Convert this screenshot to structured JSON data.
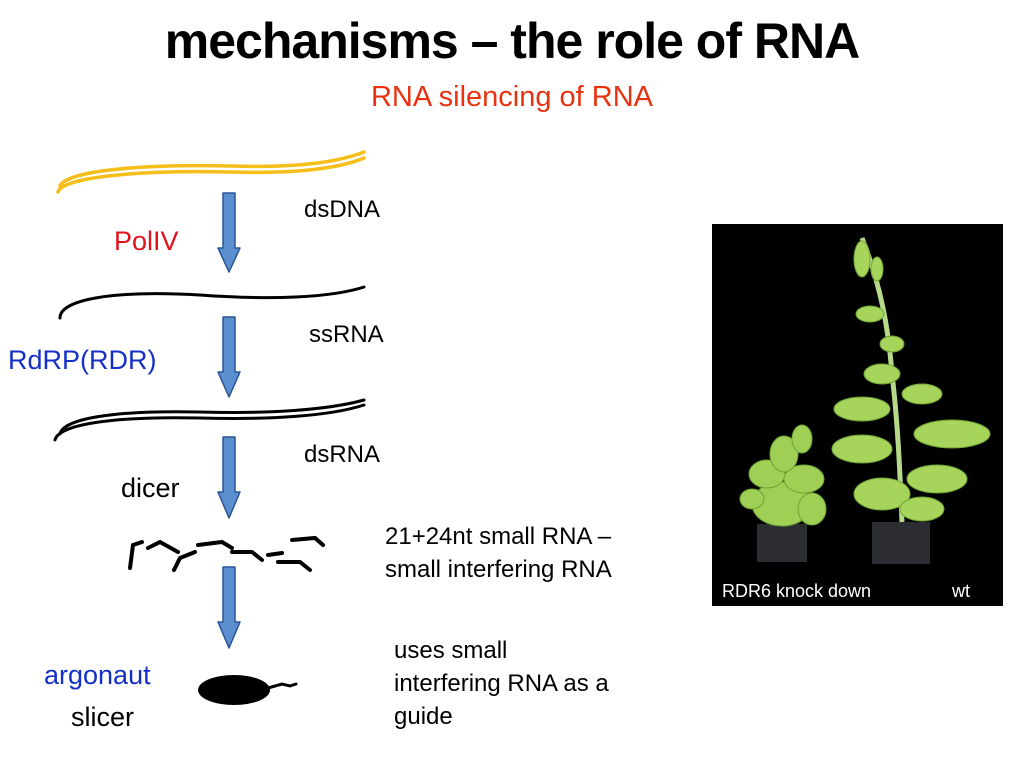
{
  "slide": {
    "title": "mechanisms – the role of RNA",
    "subtitle": "RNA silencing of RNA"
  },
  "pathway": {
    "enzymes": [
      "PolIV",
      "RdRP(RDR)",
      "dicer"
    ],
    "effector": {
      "name": "argonaut",
      "function": "slicer"
    },
    "molecules": [
      "dsDNA",
      "ssRNA",
      "dsRNA"
    ],
    "small_rna": {
      "line1": "21+24nt small RNA –",
      "line2": "small interfering RNA"
    },
    "guide_text": {
      "line1": "uses small",
      "line2": "interfering RNA as a",
      "line3": "guide"
    }
  },
  "photo": {
    "caption_left": "RDR6 knock down",
    "caption_right": "wt"
  },
  "colors": {
    "subtitle": "#e8320f",
    "enzyme_red": "#e0121c",
    "enzyme_blue": "#1530c8",
    "arrow_fill": "#5b8fd0",
    "arrow_stroke": "#2a5595",
    "dsdna_strand": "#f5be18"
  }
}
